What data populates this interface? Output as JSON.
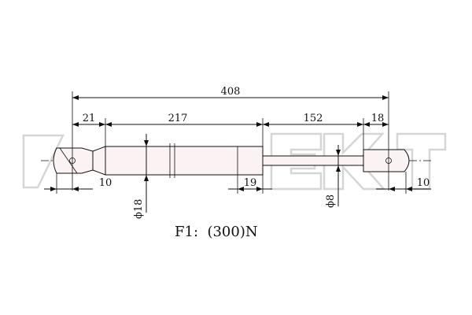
{
  "drawing": {
    "overall_length": "408",
    "left_end_length": "21",
    "cylinder_length": "217",
    "rod_length": "152",
    "right_end_length": "18",
    "left_eye_offset": "10",
    "right_eye_offset": "10",
    "cylinder_collar": "19",
    "cylinder_diameter": "ϕ18",
    "rod_diameter": "ϕ8",
    "force_caption": "F1:  (300)N"
  },
  "watermark": {
    "text": "ZEKKERT"
  }
}
